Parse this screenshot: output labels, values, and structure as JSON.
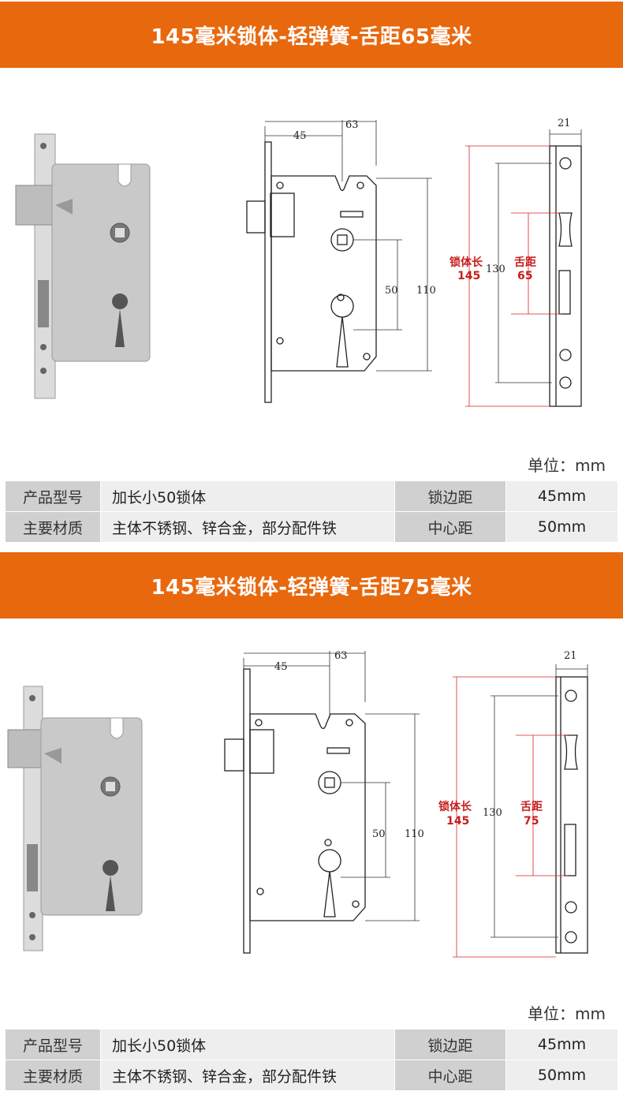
{
  "sections": [
    {
      "title": "145毫米锁体-轻弹簧-舌距65毫米",
      "dims": {
        "d45": "45",
        "d63": "63",
        "d50": "50",
        "d110": "110",
        "d130": "130",
        "d21": "21"
      },
      "length_label": "锁体长",
      "length_value": "145",
      "tongue_label": "舌距",
      "tongue_value": "65",
      "unit": "单位：mm",
      "specs": {
        "model_key": "产品型号",
        "model_value": "加长小50锁体",
        "backset_key": "锁边距",
        "backset_value": "45mm",
        "material_key": "主要材质",
        "material_value": "主体不锈钢、锌合金，部分配件铁",
        "center_key": "中心距",
        "center_value": "50mm"
      }
    },
    {
      "title": "145毫米锁体-轻弹簧-舌距75毫米",
      "dims": {
        "d45": "45",
        "d63": "63",
        "d50": "50",
        "d110": "110",
        "d130": "130",
        "d21": "21"
      },
      "length_label": "锁体长",
      "length_value": "145",
      "tongue_label": "舌距",
      "tongue_value": "75",
      "unit": "单位：mm",
      "specs": {
        "model_key": "产品型号",
        "model_value": "加长小50锁体",
        "backset_key": "锁边距",
        "backset_value": "45mm",
        "material_key": "主要材质",
        "material_value": "主体不锈钢、锌合金，部分配件铁",
        "center_key": "中心距",
        "center_value": "50mm"
      }
    }
  ]
}
